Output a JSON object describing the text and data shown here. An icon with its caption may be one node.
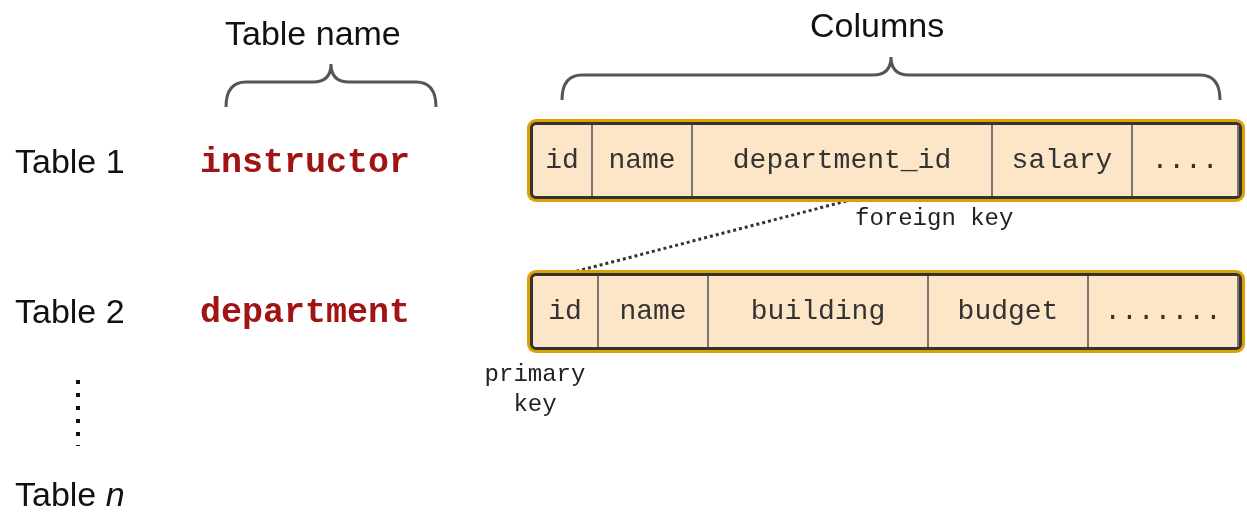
{
  "diagram": {
    "nodes": [
      {
        "text": [],
        "shape": "box"
      },
      {
        "text": [
          "id"
        ],
        "in": 0
      },
      {
        "text": [
          "name"
        ],
        "in": 0
      },
      {
        "text": [
          "department_id"
        ],
        "in": 0,
        "beside": [
          "foreign key"
        ]
      },
      {
        "text": [
          "salary"
        ],
        "in": 0
      },
      {
        "text": [
          "...."
        ],
        "in": 0
      },
      {
        "text": [],
        "shape": "box"
      },
      {
        "text": [
          "id"
        ],
        "in": 6,
        "beside": [
          "primary key"
        ]
      },
      {
        "text": [
          "name"
        ],
        "in": 6
      },
      {
        "text": [
          "building"
        ],
        "in": 6
      },
      {
        "text": [
          "budget"
        ],
        "in": 6
      },
      {
        "text": [
          "......."
        ],
        "in": 6
      }
    ],
    "edges": [
      {
        "from": 3,
        "to": 7,
        "arrow": "none",
        "style": "dashed"
      }
    ],
    "labels": [
      "Table name",
      "Columns",
      "Table 1",
      "instructor",
      "Table 2",
      "department",
      "Table *n*"
    ]
  }
}
